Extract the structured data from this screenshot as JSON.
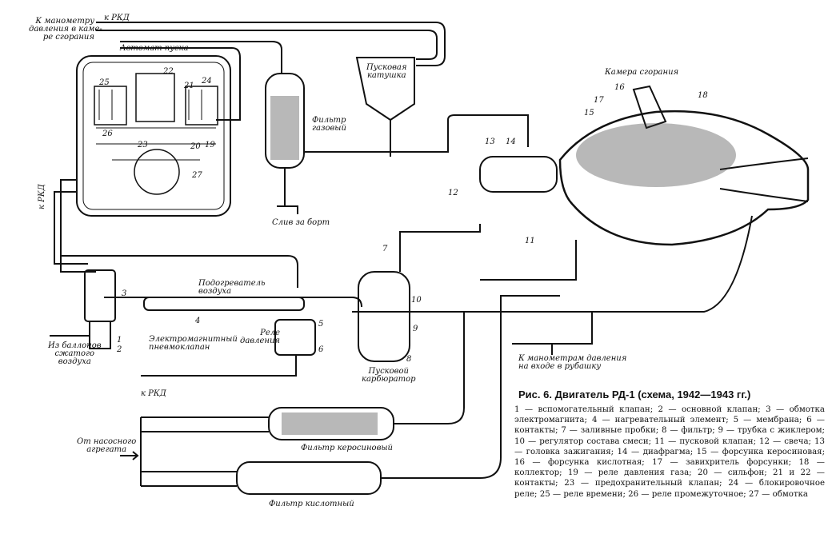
{
  "figure": {
    "caption_title": "Рис. 6. Двигатель РД-1 (схема, 1942—1943 гг.)",
    "legend": "1 — вспомогательный клапан; 2 — основной клапан; 3 — обмотка электромагнита; 4 — нагревательный элемент; 5 — мембрана; 6 — контакты; 7 — заливные пробки; 8 — фильтр; 9 — трубка с жиклером; 10 — регулятор состава смеси; 11 — пусковой клапан; 12 — свеча; 13 — головка зажигания; 14 — диафрагма; 15 — форсунка керосиновая; 16 — форсунка кислотная; 17 — завихритель форсунки; 18 — коллектор; 19 — реле давления газа; 20 — сильфон; 21 и 22 — контакты; 23 — предохранительный клапан; 24 — блокировочное реле; 25 — реле времени; 26 — реле промежуточное; 27 — обмотка"
  },
  "labels": {
    "manometer_chamber": "К манометру\nдавления в каме-\nре сгорания",
    "rkd_top": "к РКД",
    "start_automat": "Автомат пуска",
    "start_coil": "Пусковая\nкатушка",
    "combustion_chamber": "Камера сгорания",
    "gas_filter": "Фильтр\nгазовый",
    "drain_overboard": "Слив за борт",
    "rkd_side": "к РКД",
    "air_heater": "Подогреватель\nвоздуха",
    "pressure_relay": "Реле\nдавления",
    "electro_valve": "Электромагнитный\nпневмоклапан",
    "from_cylinders": "Из баллонов\nсжатого\nвоздуха",
    "start_carburetor": "Пусковой\nкарбюратор",
    "manometers_jacket": "К манометрам давления\nна входе в рубашку",
    "rkd_bottom": "к РКД",
    "from_pump": "От насосного\nагрегата",
    "kerosene_filter": "Фильтр керосиновый",
    "acid_filter": "Фильтр кислотный"
  },
  "numbers": [
    "1",
    "2",
    "3",
    "4",
    "5",
    "6",
    "7",
    "8",
    "9",
    "10",
    "11",
    "12",
    "13",
    "14",
    "15",
    "16",
    "17",
    "18",
    "19",
    "20",
    "21",
    "22",
    "23",
    "24",
    "25",
    "26",
    "27"
  ]
}
